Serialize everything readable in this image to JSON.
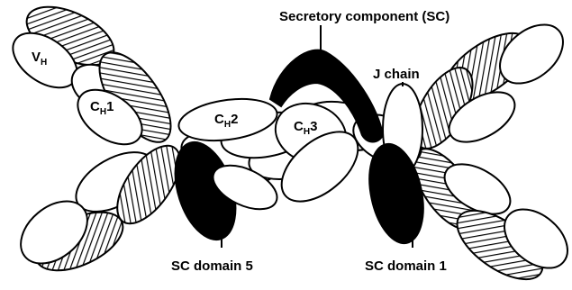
{
  "labels": {
    "secretory_component": "Secretory component (SC)",
    "j_chain": "J chain",
    "sc_domain_5": "SC domain 5",
    "sc_domain_1": "SC domain 1",
    "vh": {
      "main": "V",
      "sub": "H"
    },
    "ch1": {
      "main": "C",
      "sub": "H",
      "suffix": "1"
    },
    "ch2": {
      "main": "C",
      "sub": "H",
      "suffix": "2"
    },
    "ch3": {
      "main": "C",
      "sub": "H",
      "suffix": "3"
    }
  },
  "colors": {
    "ink": "#000000",
    "paper": "#ffffff"
  }
}
